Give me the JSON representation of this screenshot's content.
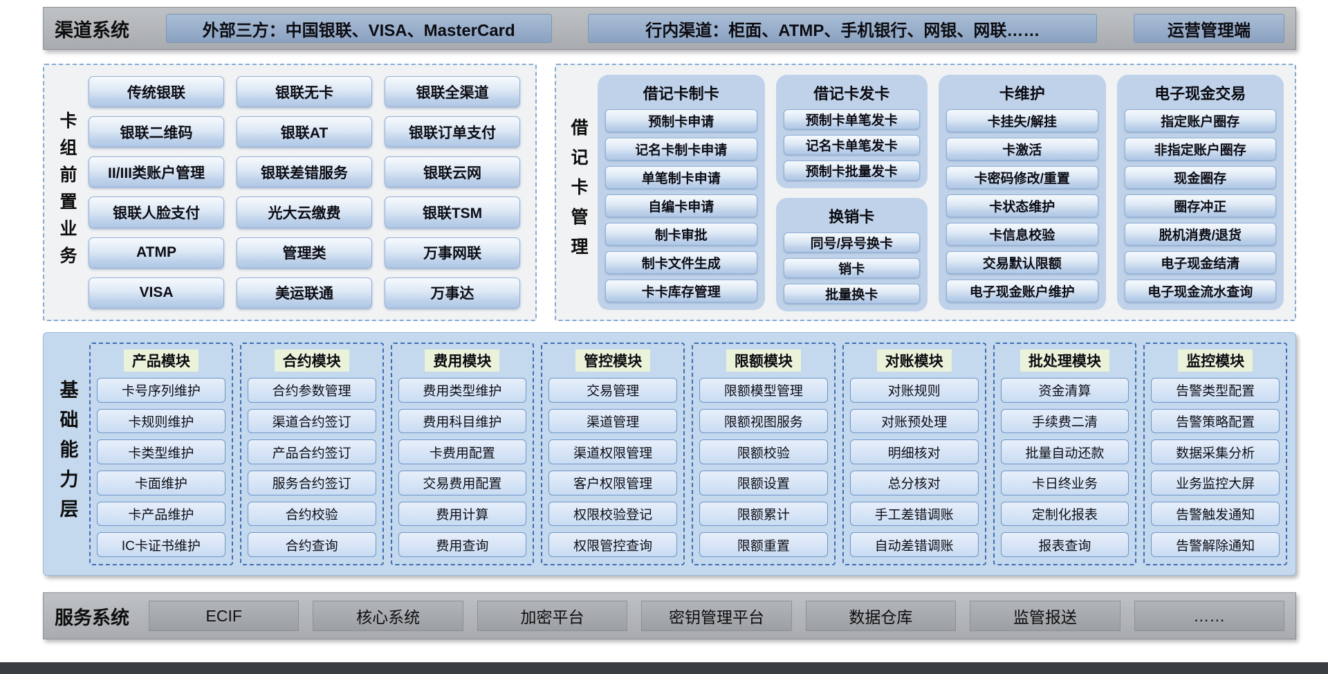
{
  "colors": {
    "bar_gray": "#b3b6ba",
    "bar_button_blue": "#90a8c4",
    "panel_border_dashed": "#84abd4",
    "glossy_button_blue": "#bdd1ea",
    "subpanel_blue": "#bfd2e9",
    "base_layer_blue": "#c4d8ee",
    "module_border_blue": "#3e6db2",
    "module_title_green": "#eaf3da",
    "service_button_gray": "#a5a8ac",
    "bottom_strip_dark": "#3a3d40"
  },
  "channel_bar": {
    "label": "渠道系统",
    "external": "外部三方：中国银联、VISA、MasterCard",
    "internal": "行内渠道：柜面、ATMP、手机银行、网银、网联……",
    "ops": "运营管理端"
  },
  "card_network": {
    "label": "卡组前置业务",
    "items": [
      "传统银联",
      "银联无卡",
      "银联全渠道",
      "银联二维码",
      "银联AT",
      "银联订单支付",
      "II/III类账户管理",
      "银联差错服务",
      "银联云网",
      "银联人脸支付",
      "光大云缴费",
      "银联TSM",
      "ATMP",
      "管理类",
      "万事网联",
      "VISA",
      "美运联通",
      "万事达"
    ]
  },
  "debit_card": {
    "label": "借记卡管理",
    "groups": [
      {
        "title": "借记卡制卡",
        "items": [
          "预制卡申请",
          "记名卡制卡申请",
          "单笔制卡申请",
          "自编卡申请",
          "制卡审批",
          "制卡文件生成",
          "卡卡库存管理"
        ]
      },
      {
        "title": "借记卡发卡",
        "items": [
          "预制卡单笔发卡",
          "记名卡单笔发卡",
          "预制卡批量发卡"
        ]
      },
      {
        "title": "换销卡",
        "items": [
          "同号/异号换卡",
          "销卡",
          "批量换卡"
        ]
      },
      {
        "title": "卡维护",
        "items": [
          "卡挂失/解挂",
          "卡激活",
          "卡密码修改/重置",
          "卡状态维护",
          "卡信息校验",
          "交易默认限额",
          "电子现金账户维护"
        ]
      },
      {
        "title": "电子现金交易",
        "items": [
          "指定账户圈存",
          "非指定账户圈存",
          "现金圈存",
          "圈存冲正",
          "脱机消费/退货",
          "电子现金结清",
          "电子现金流水查询"
        ]
      }
    ]
  },
  "base_layer": {
    "label": "基础能力层",
    "modules": [
      {
        "title": "产品模块",
        "items": [
          "卡号序列维护",
          "卡规则维护",
          "卡类型维护",
          "卡面维护",
          "卡产品维护",
          "IC卡证书维护"
        ]
      },
      {
        "title": "合约模块",
        "items": [
          "合约参数管理",
          "渠道合约签订",
          "产品合约签订",
          "服务合约签订",
          "合约校验",
          "合约查询"
        ]
      },
      {
        "title": "费用模块",
        "items": [
          "费用类型维护",
          "费用科目维护",
          "卡费用配置",
          "交易费用配置",
          "费用计算",
          "费用查询"
        ]
      },
      {
        "title": "管控模块",
        "items": [
          "交易管理",
          "渠道管理",
          "渠道权限管理",
          "客户权限管理",
          "权限校验登记",
          "权限管控查询"
        ]
      },
      {
        "title": "限额模块",
        "items": [
          "限额模型管理",
          "限额视图服务",
          "限额校验",
          "限额设置",
          "限额累计",
          "限额重置"
        ]
      },
      {
        "title": "对账模块",
        "items": [
          "对账规则",
          "对账预处理",
          "明细核对",
          "总分核对",
          "手工差错调账",
          "自动差错调账"
        ]
      },
      {
        "title": "批处理模块",
        "items": [
          "资金清算",
          "手续费二清",
          "批量自动还款",
          "卡日终业务",
          "定制化报表",
          "报表查询"
        ]
      },
      {
        "title": "监控模块",
        "items": [
          "告警类型配置",
          "告警策略配置",
          "数据采集分析",
          "业务监控大屏",
          "告警触发通知",
          "告警解除通知"
        ]
      }
    ]
  },
  "service_bar": {
    "label": "服务系统",
    "items": [
      "ECIF",
      "核心系统",
      "加密平台",
      "密钥管理平台",
      "数据仓库",
      "监管报送",
      "……"
    ]
  }
}
